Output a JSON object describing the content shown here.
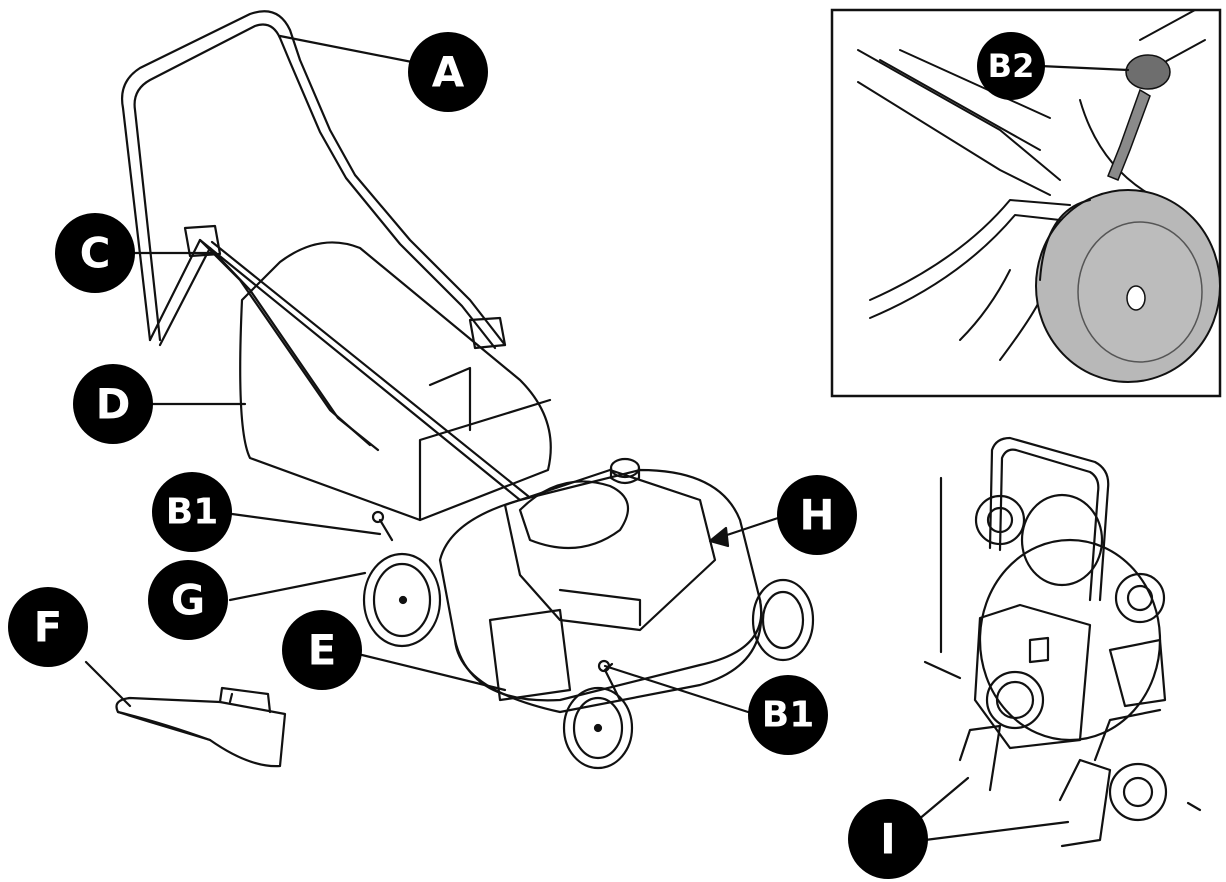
{
  "callouts": {
    "a": "A",
    "b1_upper": "B1",
    "b1_lower": "B1",
    "b2": "B2",
    "c": "C",
    "d": "D",
    "e": "E",
    "f": "F",
    "g": "G",
    "h": "H",
    "i": "I"
  },
  "colors": {
    "callout_fill": "#000000",
    "callout_text": "#ffffff",
    "line_art": "#111111",
    "wheel_shade": "#b8b8b8",
    "knob_shade": "#6e6e6e"
  },
  "icons": {
    "mower": "lawn-mower-illustration",
    "detail": "height-adjust-lever-detail",
    "upright": "mower-upright-storage-view",
    "mulch_plug": "mulch-plug-part"
  }
}
